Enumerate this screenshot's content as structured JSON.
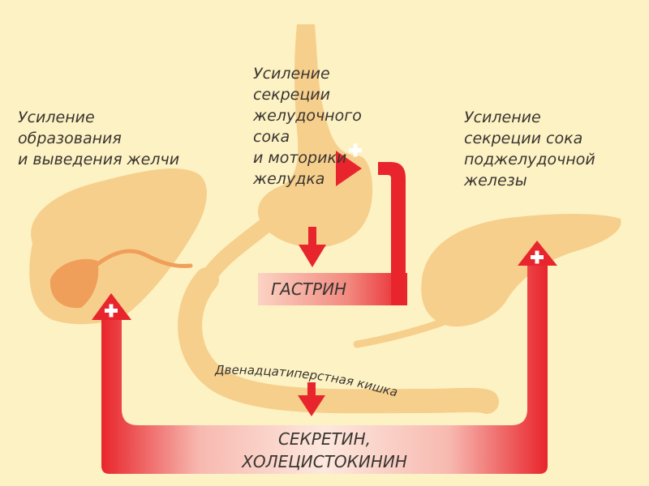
{
  "colors": {
    "background": "#fdf2c4",
    "organ": "#f6cf8c",
    "organ_shadow": "#f0bf76",
    "organ_dark": "#ee9a58",
    "arrow_red": "#e8252c",
    "plus_white": "#ffffff",
    "text": "#3a3530"
  },
  "captions": {
    "liver": "Усиление\nобразования\nи выведения желчи",
    "stomach": "Усиление\nсекреции\nжелудочного\nсока\nи моторики\nжелудка",
    "pancreas": "Усиление\nсекреции сока\nподжелудочной\nжелезы"
  },
  "hormones": {
    "gastrin": "ГАСТРИН",
    "secretin": "СЕКРЕТИН,\nХОЛЕЦИСТОКИНИН"
  },
  "organ_labels": {
    "duodenum": "Двенадцатиперстная кишка"
  },
  "effect_symbol": "+"
}
